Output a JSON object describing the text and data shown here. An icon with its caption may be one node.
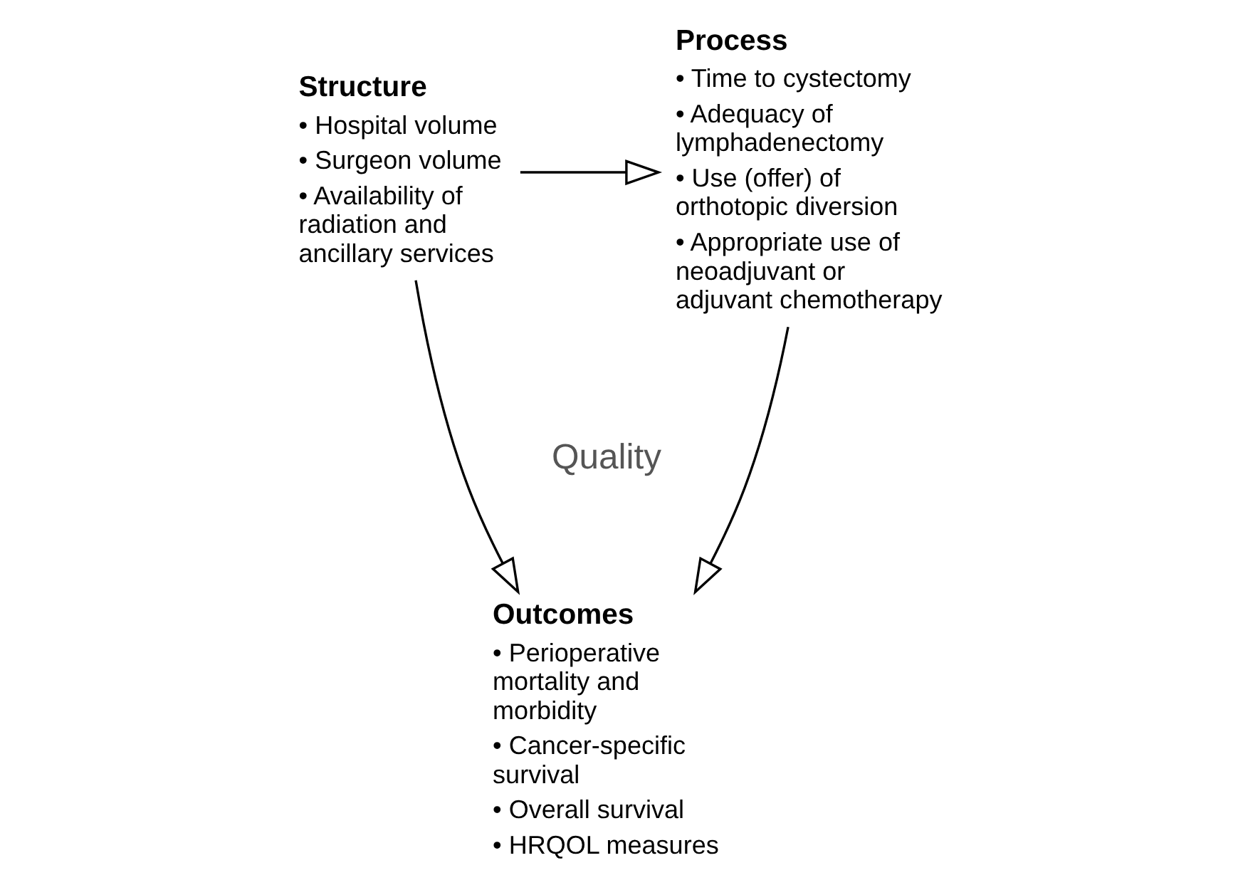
{
  "diagram": {
    "nodes": [
      {
        "text": [
          "Structure",
          "• Hospital volume",
          "• Surgeon volume",
          "• Availability of radiation and ancillary services"
        ]
      },
      {
        "text": [
          "Process",
          "• Time to cystectomy",
          "• Adequacy of lymphadenectomy",
          "• Use (offer) of orthotopic diversion",
          "• Appropriate use of neoadjuvant or adjuvant chemotherapy"
        ]
      },
      {
        "text": [
          "Outcomes",
          "• Perioperative mortality and morbidity",
          "• Cancer-specific survival",
          "• Overall survival",
          "• HRQOL measures"
        ]
      }
    ],
    "edges": [
      {
        "from": 0,
        "to": 1,
        "arrow": "to"
      },
      {
        "from": 0,
        "to": 2,
        "arrow": "to"
      },
      {
        "from": 1,
        "to": 2,
        "arrow": "to"
      }
    ],
    "labels": [
      "Quality"
    ]
  }
}
